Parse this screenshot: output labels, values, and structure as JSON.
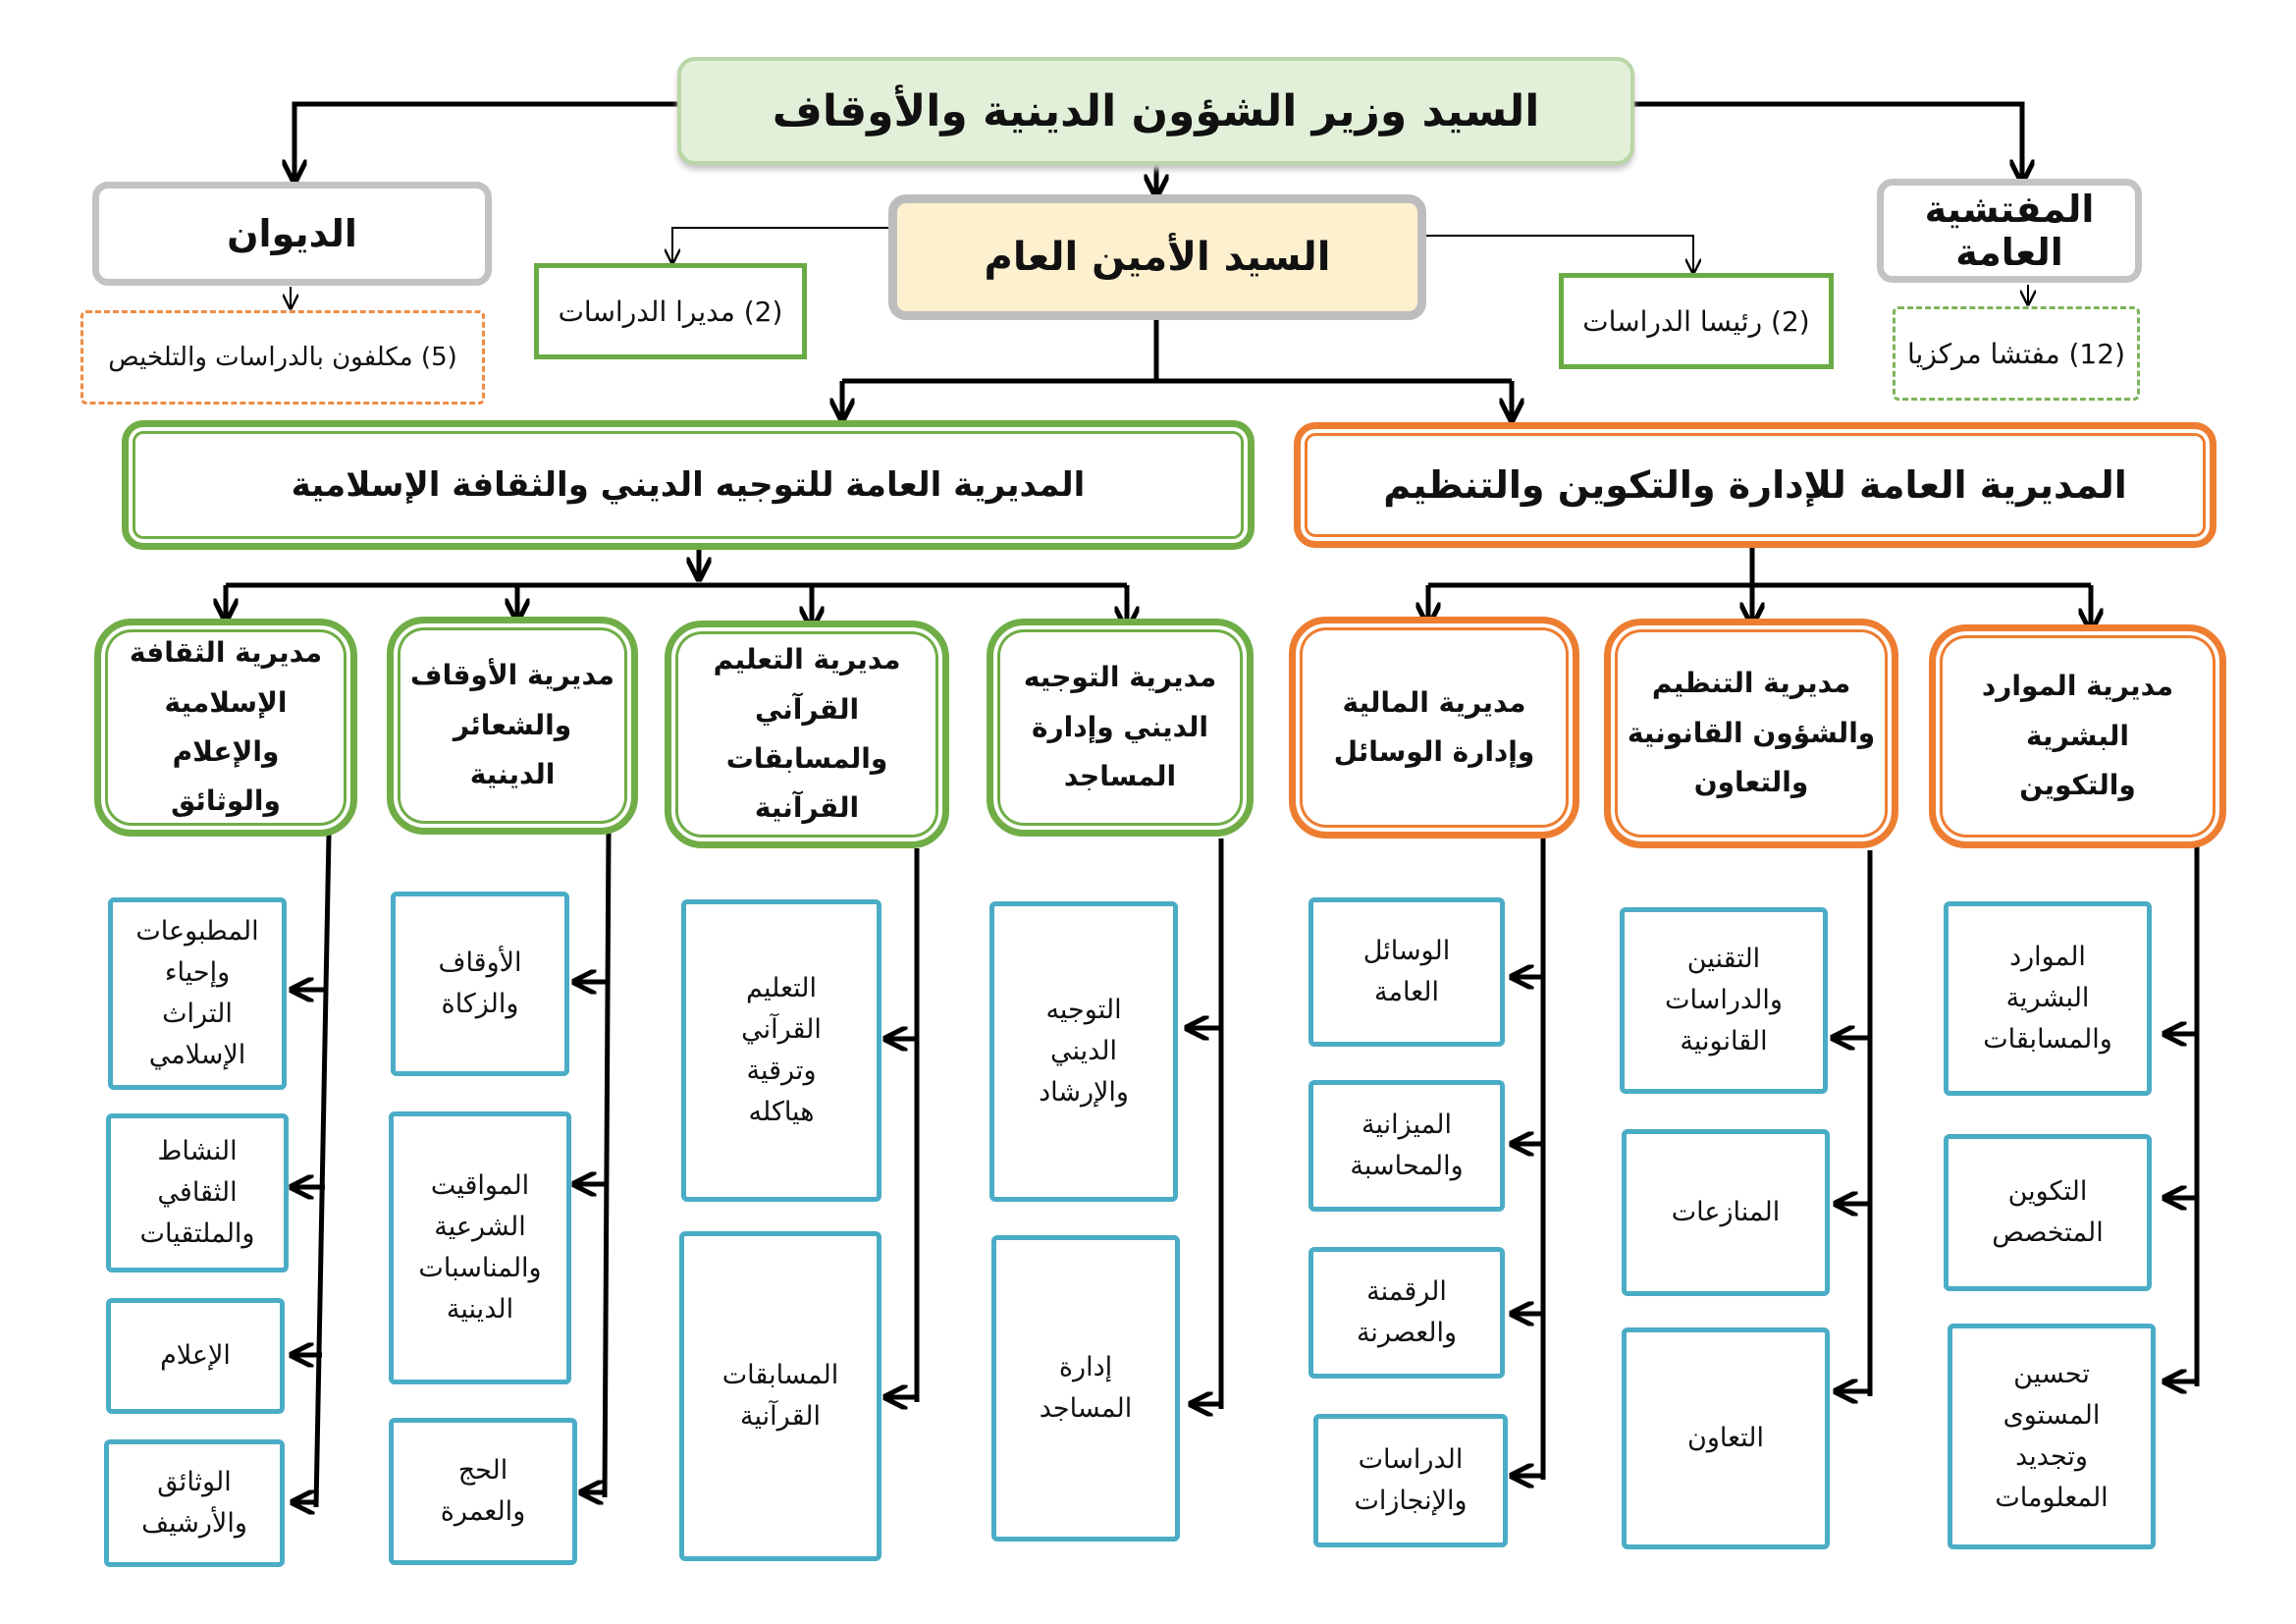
{
  "minister": "السيد وزير الشؤون الدينية والأوقاف",
  "secretary_general": "السيد الأمين العام",
  "inspectorate": {
    "title": "المفتشية العامة",
    "staff": "(12) مفتشا مركزيا"
  },
  "cabinet": {
    "title": "الديوان",
    "staff": "(5) مكلفون بالدراسات والتلخيص"
  },
  "study_heads": "(2) رئيسا الدراسات",
  "study_directors": "(2) مديرا الدراسات",
  "dg_admin": {
    "title": "المديرية العامة للإدارة والتكوين والتنظيم",
    "directorates": [
      {
        "title": [
          "مديرية الموارد",
          "البشرية",
          "والتكوين"
        ],
        "subs": [
          [
            "الموارد",
            "البشرية",
            "والمسابقات"
          ],
          [
            "التكوين",
            "المتخصص"
          ],
          [
            "تحسين",
            "المستوى",
            "وتجديد",
            "المعلومات"
          ]
        ]
      },
      {
        "title": [
          "مديرية التنظيم",
          "والشؤون القانونية",
          "والتعاون"
        ],
        "subs": [
          [
            "التقنين",
            "والدراسات",
            "القانونية"
          ],
          [
            "المنازعات"
          ],
          [
            "التعاون"
          ]
        ]
      },
      {
        "title": [
          "مديرية المالية",
          "وإدارة الوسائل"
        ],
        "subs": [
          [
            "الوسائل",
            "العامة"
          ],
          [
            "الميزانية",
            "والمحاسبة"
          ],
          [
            "الرقمنة",
            "والعصرنة"
          ],
          [
            "الدراسات",
            "والإنجازات"
          ]
        ]
      }
    ]
  },
  "dg_guidance": {
    "title": "المديرية العامة للتوجيه الديني والثقافة الإسلامية",
    "directorates": [
      {
        "title": [
          "مديرية التوجيه",
          "الديني وإدارة",
          "المساجد"
        ],
        "subs": [
          [
            "التوجيه",
            "الديني",
            "والإرشاد"
          ],
          [
            "إدارة",
            "المساجد"
          ]
        ]
      },
      {
        "title": [
          "مديرية التعليم",
          "القرآني والمسابقات",
          "القرآنية"
        ],
        "subs": [
          [
            "التعليم",
            "القرآني",
            "وترقية",
            "هياكله"
          ],
          [
            "المسابقات",
            "القرآنية"
          ]
        ]
      },
      {
        "title": [
          "مديرية الأوقاف",
          "والشعائر",
          "الدينية"
        ],
        "subs": [
          [
            "الأوقاف",
            "والزكاة"
          ],
          [
            "المواقيت",
            "الشرعية",
            "والمناسبات",
            "الدينية"
          ],
          [
            "الحج",
            "والعمرة"
          ]
        ]
      },
      {
        "title": [
          "مديرية الثقافة",
          "الإسلامية",
          "والإعلام والوثائق"
        ],
        "subs": [
          [
            "المطبوعات",
            "وإحياء",
            "التراث",
            "الإسلامي"
          ],
          [
            "النشاط",
            "الثقافي",
            "والملتقيات"
          ],
          [
            "الإعلام"
          ],
          [
            "الوثائق",
            "والأرشيف"
          ]
        ]
      }
    ]
  }
}
